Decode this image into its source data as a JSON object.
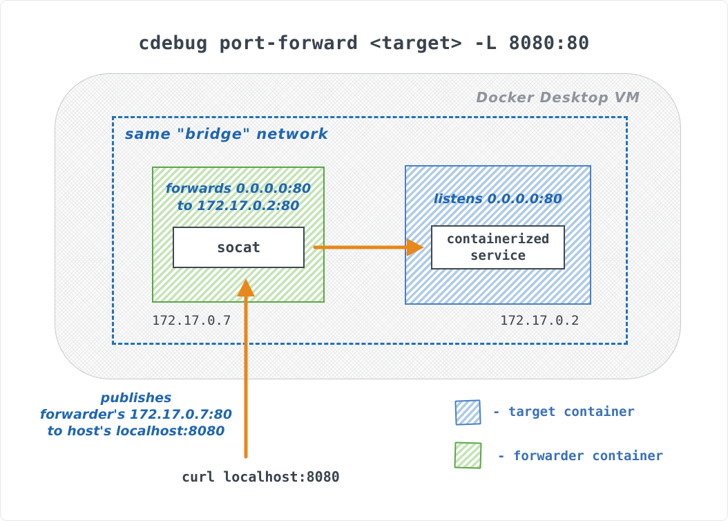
{
  "title": "cdebug port-forward <target> -L 8080:80",
  "vm": {
    "label": "Docker Desktop VM",
    "network": {
      "label": "same \"bridge\" network",
      "forwarder": {
        "note_line1": "forwards 0.0.0.0:80",
        "note_line2": "to 172.17.0.2:80",
        "box_label": "socat",
        "ip": "172.17.0.7"
      },
      "target": {
        "note": "listens 0.0.0.0:80",
        "box_label_line1": "containerized",
        "box_label_line2": "service",
        "ip": "172.17.0.2"
      }
    }
  },
  "publish_note": {
    "line1": "publishes",
    "line2": "forwarder's 172.17.0.7:80",
    "line3": "to host's localhost:8080"
  },
  "curl_command": "curl localhost:8080",
  "legend": {
    "items": [
      {
        "key": "target",
        "label": "- target container",
        "swatch_color": "#4a80c4"
      },
      {
        "key": "forwarder",
        "label": "- forwarder container",
        "swatch_color": "#5aa644"
      }
    ]
  },
  "colors": {
    "blue_text": "#2066b2",
    "blue_border": "#4a80c4",
    "dashed_border": "#2272bc",
    "green_border": "#5aa644",
    "orange_arrow": "#e8871b",
    "dark_text": "#39434d",
    "gray_text": "#8e949c"
  }
}
